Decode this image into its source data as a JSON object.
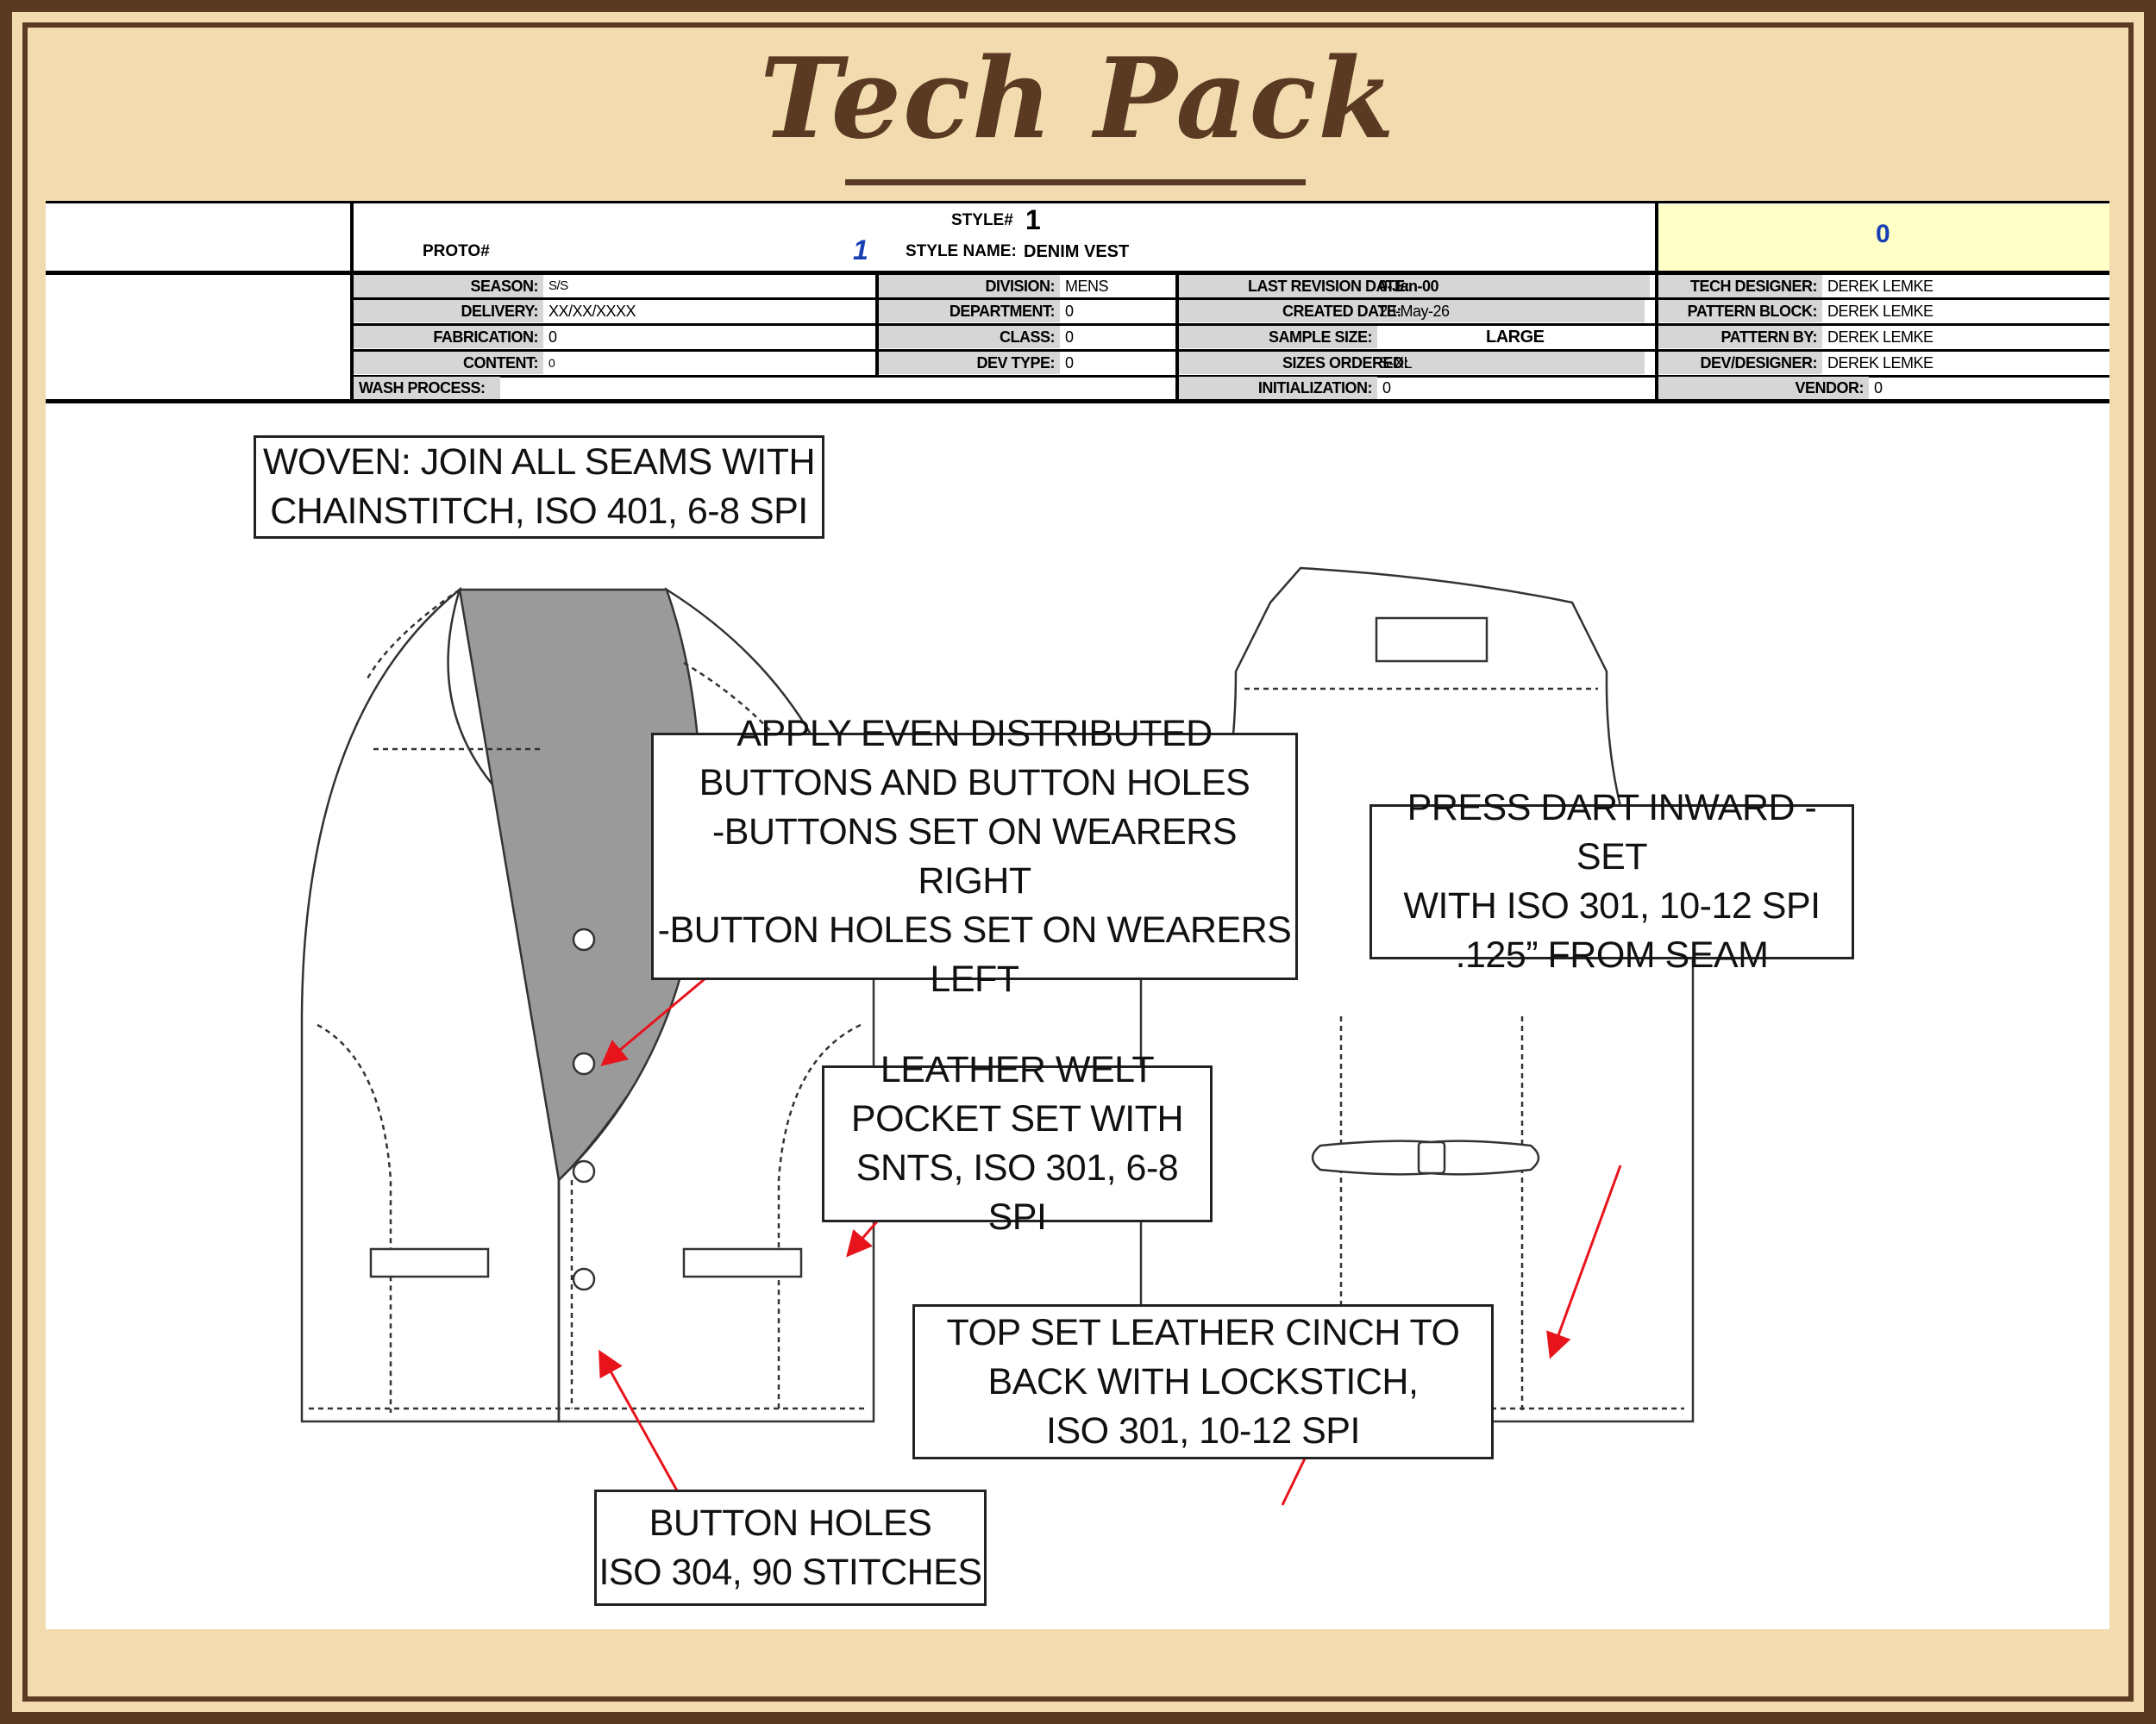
{
  "title": "Tech Pack",
  "header": {
    "style_label": "STYLE#",
    "style_value": "1",
    "proto_label": "PROTO#",
    "proto_value": "1",
    "style_name_label": "STYLE NAME:",
    "style_name_value": "DENIM VEST",
    "yellow_value": "0",
    "rows": {
      "season": {
        "label": "SEASON:",
        "value": "S/S"
      },
      "delivery": {
        "label": "DELIVERY:",
        "value": "XX/XX/XXXX"
      },
      "fabrication": {
        "label": "FABRICATION:",
        "value": "0"
      },
      "content": {
        "label": "CONTENT:",
        "value": "0"
      },
      "wash": {
        "label": "WASH PROCESS:",
        "value": ""
      },
      "division": {
        "label": "DIVISION:",
        "value": "MENS"
      },
      "department": {
        "label": "DEPARTMENT:",
        "value": "0"
      },
      "class": {
        "label": "CLASS:",
        "value": "0"
      },
      "devtype": {
        "label": "DEV TYPE:",
        "value": "0"
      },
      "last_revision": {
        "label": "LAST REVISION DATE:",
        "value": "0-Jan-00"
      },
      "created": {
        "label": "CREATED DATE:",
        "value": "28-May-26"
      },
      "sample_size": {
        "label": "SAMPLE SIZE:",
        "value": "LARGE"
      },
      "sizes_ordered": {
        "label": "SIZES ORDERED:",
        "value": "S-XL"
      },
      "initialization": {
        "label": "INITIALIZATION:",
        "value": "0"
      },
      "tech_designer": {
        "label": "TECH DESIGNER:",
        "value": "DEREK LEMKE"
      },
      "pattern_block": {
        "label": "PATTERN BLOCK:",
        "value": "DEREK LEMKE"
      },
      "pattern_by": {
        "label": "PATTERN BY:",
        "value": "DEREK LEMKE"
      },
      "dev_designer": {
        "label": "DEV/DESIGNER:",
        "value": "DEREK LEMKE"
      },
      "vendor": {
        "label": "VENDOR:",
        "value": "0"
      }
    }
  },
  "callouts": {
    "woven": [
      "WOVEN: JOIN ALL SEAMS WITH",
      "CHAINSTITCH, ISO 401, 6-8 SPI"
    ],
    "buttons": [
      "APPLY EVEN DISTRIBUTED",
      "BUTTONS AND BUTTON HOLES",
      "-BUTTONS SET ON WEARERS RIGHT",
      "-BUTTON HOLES SET ON WEARERS",
      "LEFT"
    ],
    "dart": [
      "PRESS DART INWARD - SET",
      "WITH ISO 301, 10-12 SPI",
      ".125” FROM SEAM"
    ],
    "welt": [
      "LEATHER WELT",
      "POCKET SET WITH",
      "SNTS, ISO 301, 6-8 SPI"
    ],
    "cinch": [
      "TOP SET LEATHER CINCH TO",
      "BACK WITH LOCKSTICH,",
      "ISO 301, 10-12 SPI"
    ],
    "holes": [
      "BUTTON HOLES",
      "ISO 304, 90 STITCHES"
    ]
  },
  "colors": {
    "frame": "#5a3a22",
    "background": "#f2dcaf",
    "arrow": "#e8141c",
    "proto_blue": "#1a3fb5",
    "highlight": "#ffffc8"
  }
}
